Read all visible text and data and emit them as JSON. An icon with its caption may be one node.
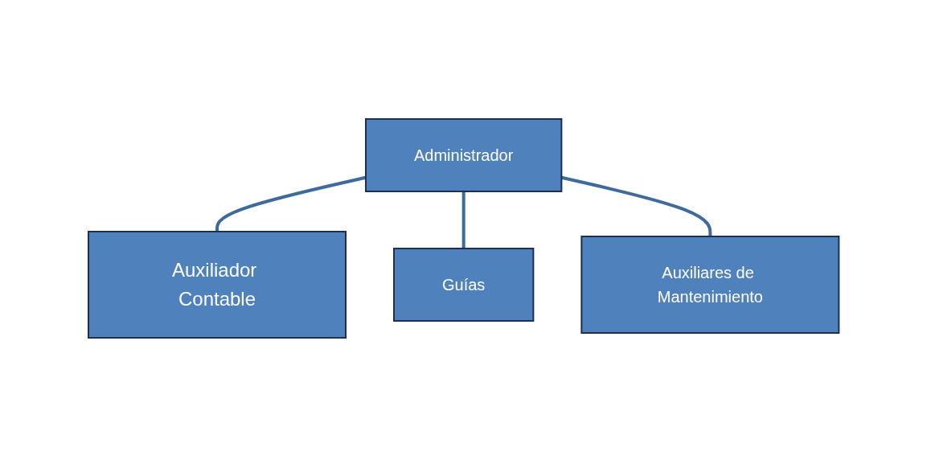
{
  "diagram": {
    "nodes": [
      {
        "text": [
          "Administrador"
        ]
      },
      {
        "text": [
          "Auxiliador Contable"
        ]
      },
      {
        "text": [
          "Guías"
        ]
      },
      {
        "text": [
          "Auxiliares de Mantenimiento"
        ]
      }
    ],
    "edges": [
      {
        "from": 0,
        "to": 1,
        "arrow": "none"
      },
      {
        "from": 0,
        "to": 2,
        "arrow": "none"
      },
      {
        "from": 0,
        "to": 3,
        "arrow": "none"
      }
    ]
  }
}
